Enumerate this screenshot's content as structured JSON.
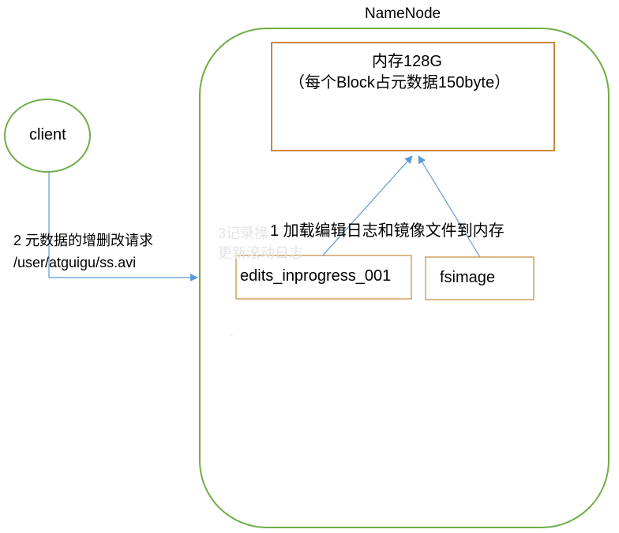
{
  "namenode": {
    "title": "NameNode"
  },
  "client": {
    "label": "client"
  },
  "memory_box": {
    "line1": "内存128G",
    "line2": "（每个Block占元数据150byte）"
  },
  "step1": {
    "label": "1 加载编辑日志和镜像文件到内存"
  },
  "step2": {
    "line1": "2 元数据的增删改请求",
    "line2": "/user/atguigu/ss.avi"
  },
  "step3_faded": {
    "line1": "3记录操",
    "line2": "更新滚动日志"
  },
  "files": {
    "edits": "edits_inprogress_001",
    "fsimage": "fsimage"
  },
  "colors": {
    "namenode_border": "#70ad47",
    "client_border": "#70ad47",
    "box_border": "#c8883a",
    "arrow": "#5b9bd5",
    "faded_text": "#e4e4e4"
  }
}
